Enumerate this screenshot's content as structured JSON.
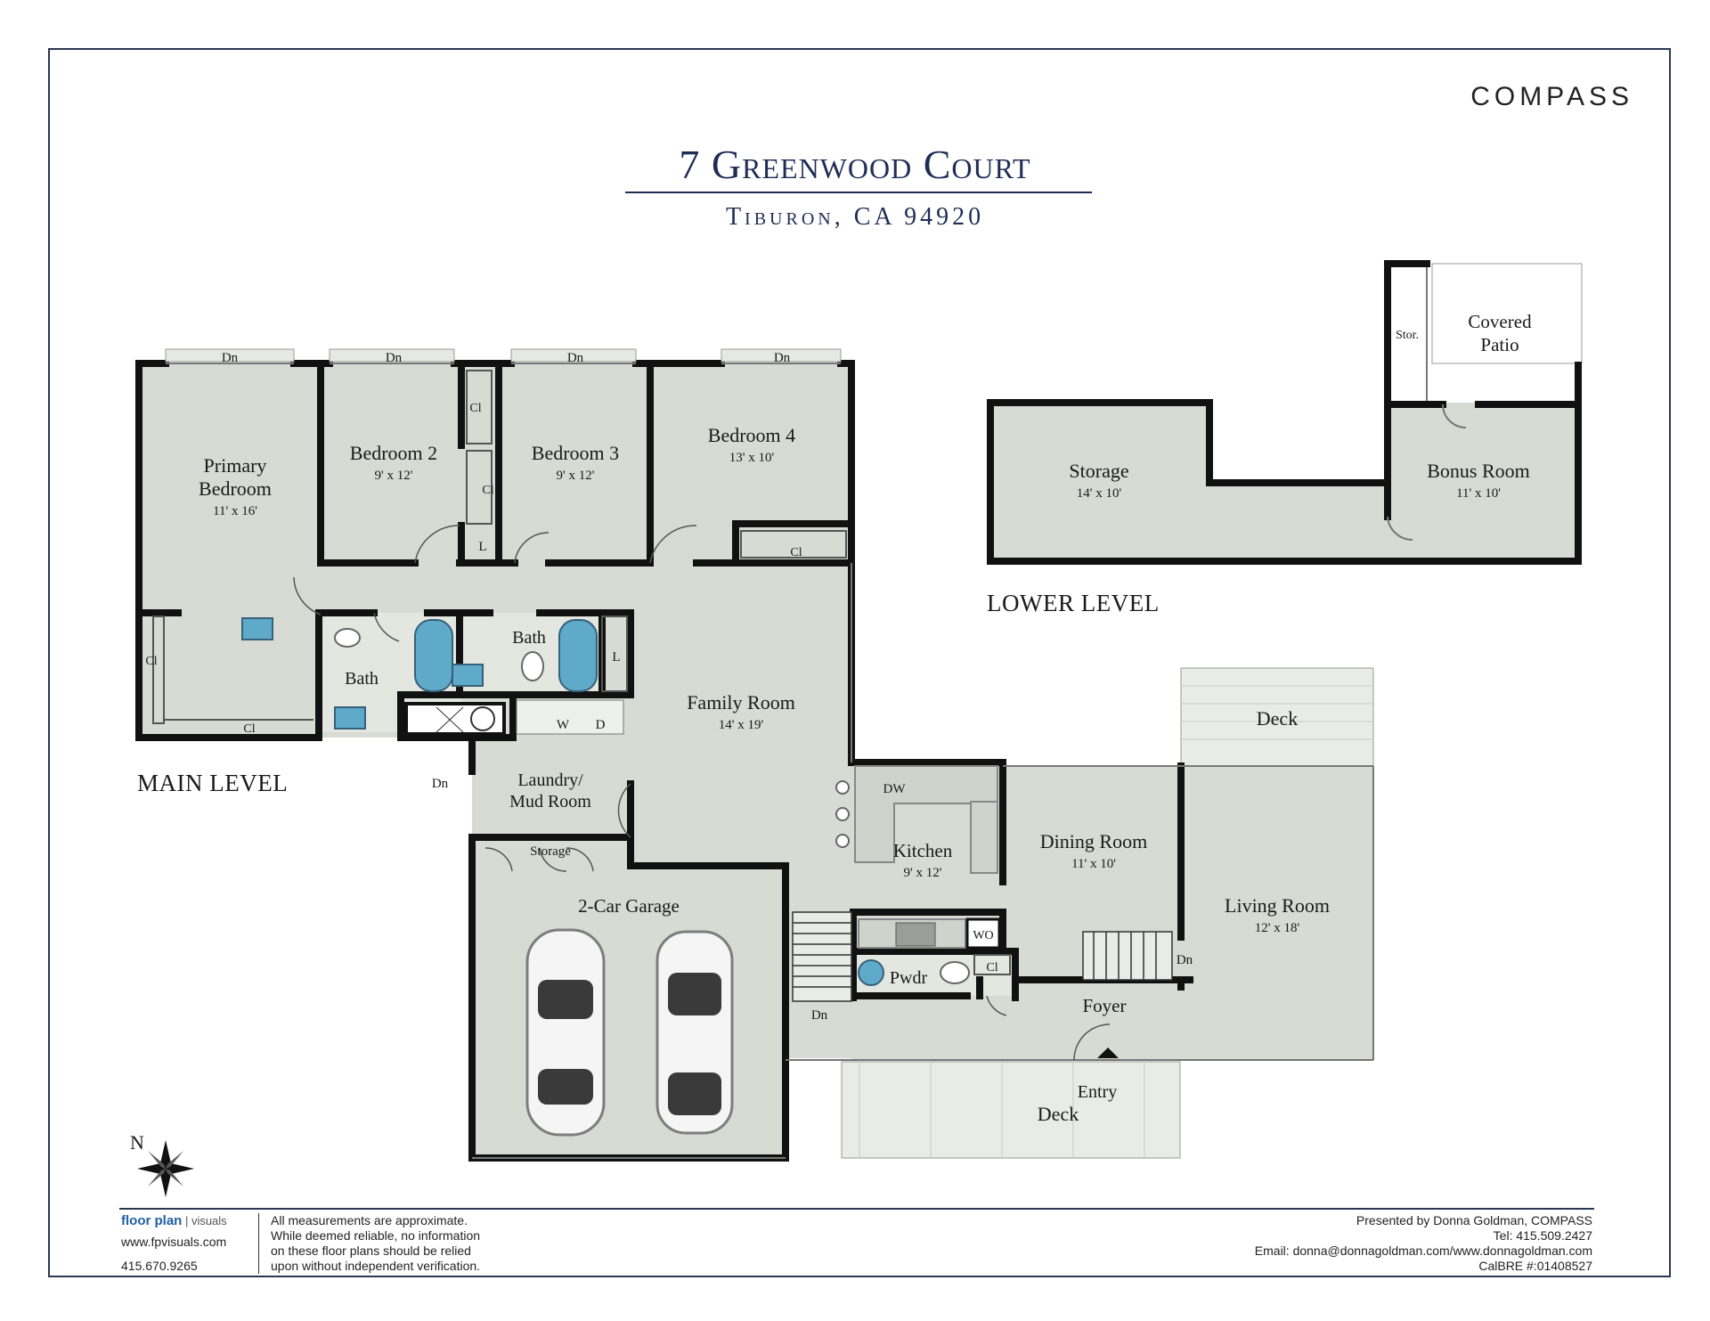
{
  "header": {
    "brand": "COMPASS",
    "title": "7 Greenwood Court",
    "subtitle": "Tiburon, CA 94920"
  },
  "levels": {
    "main": "MAIN LEVEL",
    "lower": "LOWER LEVEL"
  },
  "rooms": {
    "primary_bedroom": {
      "name_line1": "Primary",
      "name_line2": "Bedroom",
      "dims": "11' x 16'"
    },
    "bedroom2": {
      "name": "Bedroom 2",
      "dims": "9' x 12'"
    },
    "bedroom3": {
      "name": "Bedroom 3",
      "dims": "9' x 12'"
    },
    "bedroom4": {
      "name": "Bedroom 4",
      "dims": "13' x 10'"
    },
    "bath1": {
      "name": "Bath"
    },
    "bath2": {
      "name": "Bath"
    },
    "family_room": {
      "name": "Family Room",
      "dims": "14' x 19'"
    },
    "laundry": {
      "name_line1": "Laundry/",
      "name_line2": "Mud Room"
    },
    "garage_storage": {
      "name": "Storage"
    },
    "garage": {
      "name": "2-Car Garage"
    },
    "kitchen": {
      "name": "Kitchen",
      "dims": "9' x 12'"
    },
    "dining_room": {
      "name": "Dining Room",
      "dims": "11' x 10'"
    },
    "living_room": {
      "name": "Living Room",
      "dims": "12' x 18'"
    },
    "deck_upper": {
      "name": "Deck"
    },
    "deck_lower": {
      "name": "Deck"
    },
    "foyer": {
      "name": "Foyer"
    },
    "entry": {
      "name": "Entry"
    },
    "powder": {
      "name": "Pwdr"
    },
    "storage_lower": {
      "name": "Storage",
      "dims": "14' x 10'"
    },
    "bonus_room": {
      "name": "Bonus Room",
      "dims": "11' x 10'"
    },
    "covered_patio": {
      "name_line1": "Covered",
      "name_line2": "Patio"
    },
    "stor_small": {
      "name": "Stor."
    }
  },
  "labels": {
    "down": "Dn",
    "closet": "Cl",
    "linen": "L",
    "washer": "W",
    "dryer": "D",
    "dishwasher": "DW",
    "wall_oven": "WO",
    "compass_north": "N"
  },
  "footer": {
    "logo_main": "floor plan",
    "logo_sub": "visuals",
    "url": "www.fpvisuals.com",
    "phone": "415.670.9265",
    "disclaimer": [
      "All measurements are approximate.",
      "While deemed reliable, no information",
      "on these floor plans should be relied",
      "upon without independent verification."
    ],
    "presenter": [
      "Presented by Donna Goldman, COMPASS",
      "Tel: 415.509.2427",
      "Email: donna@donnagoldman.com/www.donnagoldman.com",
      "CalBRE #:01408527"
    ]
  },
  "colors": {
    "floor": "#d7dbd3",
    "wall": "#111111",
    "navy": "#1f2d55",
    "deck": "#e9ebe6",
    "fixture": "#5fa9c9"
  }
}
